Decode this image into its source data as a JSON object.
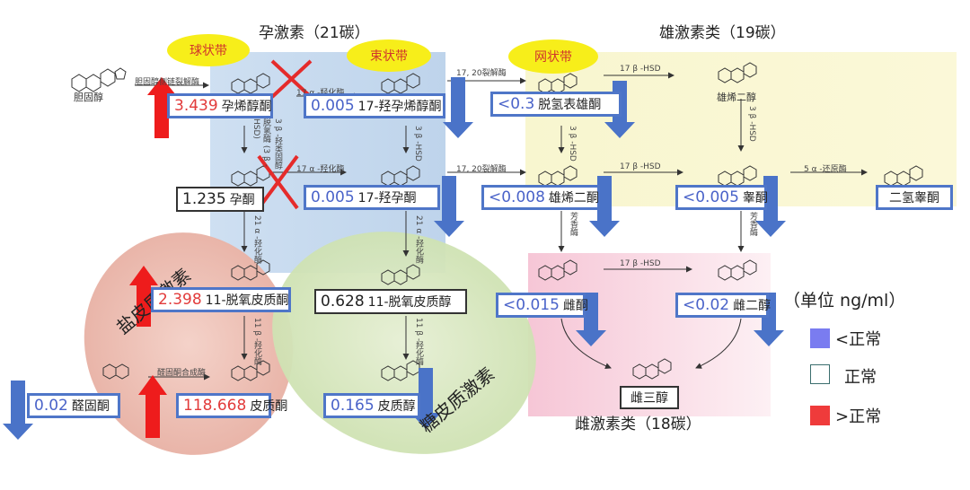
{
  "groups": {
    "progestins": "孕激素（21碳）",
    "androgens": "雄激素类（19碳）",
    "estrogens": "雌激素类（18碳）"
  },
  "zones": {
    "glomerulosa": "球状带",
    "fasciculata": "束状带",
    "reticularis": "网状带"
  },
  "region_labels": {
    "mineralocorticoid": "盐皮质激素",
    "glucocorticoid": "糖皮质激素"
  },
  "cholesterol": "胆固醇",
  "enzymes": {
    "side_chain": "胆固醇侧链裂解酶",
    "h17a_top": "17 α -羟化酶",
    "h17a_mid": "17 α -羟化酶",
    "lyase_top": "17, 20裂解酶",
    "lyase_mid": "17, 20裂解酶",
    "hsd17_top": "17 β -HSD",
    "hsd17_mid": "17 β -HSD",
    "hsd17_low": "17 β -HSD",
    "reductase": "5 α -还原酶",
    "hsd3_a": "3 β -羟类固醇脱氢酶 (3 β -HSD)",
    "hsd3_b": "3 β -HSD",
    "hsd3_c": "3 β -HSD",
    "hsd3_d": "3 β -HSD",
    "h21": "21 α -羟化酶",
    "h21b": "21 α -羟化酶",
    "h11": "11 β -羟化酶",
    "h11b": "11 β -羟化酶",
    "aro1": "芳香酶",
    "aro2": "芳香酶",
    "aldo_syn": "醛固酮合成酶"
  },
  "hormones": [
    {
      "id": "pregnenolone",
      "value": "3.439",
      "name": "孕烯醇酮",
      "status": "high"
    },
    {
      "id": "oh17-preg",
      "value": "0.005",
      "name": "17-羟孕烯醇酮",
      "status": "low"
    },
    {
      "id": "dhea",
      "value": "<0.3",
      "name": "脱氢表雄酮",
      "status": "low"
    },
    {
      "id": "androstenediol",
      "value": "",
      "name": "雄烯二醇",
      "status": "none"
    },
    {
      "id": "progesterone",
      "value": "1.235",
      "name": "孕酮",
      "status": "normal"
    },
    {
      "id": "oh17-prog",
      "value": "0.005",
      "name": "17-羟孕酮",
      "status": "low"
    },
    {
      "id": "androstenedione",
      "value": "<0.008",
      "name": "雄烯二酮",
      "status": "low"
    },
    {
      "id": "testosterone",
      "value": "<0.005",
      "name": "睾酮",
      "status": "low"
    },
    {
      "id": "dht",
      "value": "",
      "name": "二氢睾酮",
      "status": "none"
    },
    {
      "id": "doc",
      "value": "2.398",
      "name": "11-脱氧皮质酮",
      "status": "high"
    },
    {
      "id": "deoxycortisol",
      "value": "0.628",
      "name": "11-脱氧皮质醇",
      "status": "normal"
    },
    {
      "id": "estrone",
      "value": "<0.015",
      "name": "雌酮",
      "status": "low"
    },
    {
      "id": "estradiol",
      "value": "<0.02",
      "name": "雌二醇",
      "status": "low"
    },
    {
      "id": "aldosterone",
      "value": "0.02",
      "name": "醛固酮",
      "status": "low"
    },
    {
      "id": "corticosterone",
      "value": "118.668",
      "name": "皮质酮",
      "status": "high"
    },
    {
      "id": "cortisol",
      "value": "0.165",
      "name": "皮质醇",
      "status": "low"
    },
    {
      "id": "estriol",
      "value": "",
      "name": "雌三醇",
      "status": "none"
    }
  ],
  "legend": {
    "unit": "（单位 ng/ml）",
    "low": "<正常",
    "normal": "正常",
    "high": ">正常",
    "colors": {
      "low": "#7a7cf0",
      "normal": "#ffffff",
      "high": "#ef3b3b"
    }
  },
  "colors": {
    "accent_blue": "#4a73c8",
    "arrow_red": "#ee1c1c",
    "cross": "#e52b2b"
  }
}
